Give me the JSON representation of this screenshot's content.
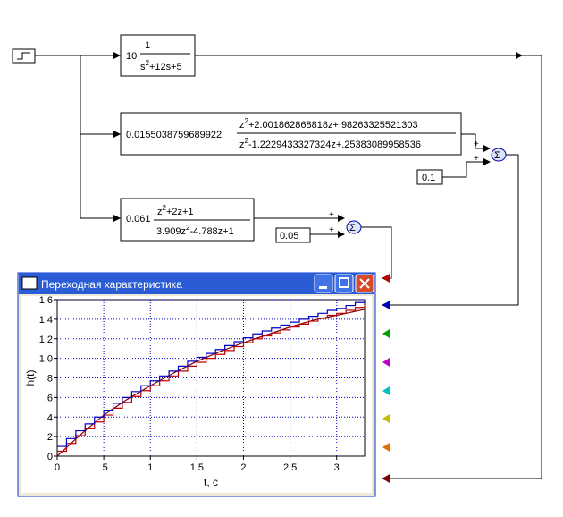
{
  "blocks": {
    "tf1": {
      "gain": "10",
      "num": "1",
      "den_a": "s",
      "den_sup": "2",
      "den_b": "+12s+5"
    },
    "tf2": {
      "gain": "0.0155038759689922",
      "num_a": "z",
      "num_sup": "2",
      "num_b": "+2.001862868818z+.98263325521303",
      "den_a": "z",
      "den_sup": "2",
      "den_b": "-1.2229433327324z+.25383089958536"
    },
    "tf3": {
      "gain": "0.061",
      "num_a": "z",
      "num_sup": "2",
      "num_b": "+2z+1",
      "den_a": "3.909z",
      "den_sup": "2",
      "den_b": "-4.788z+1"
    },
    "const1": "0.1",
    "const2": "0.05",
    "sum_sign": "+",
    "sum_symbol": "Σ"
  },
  "window": {
    "title": "Переходная характеристика"
  },
  "port_colors": [
    "#c00000",
    "#0000c0",
    "#00a000",
    "#c000c0",
    "#00c0c0",
    "#c0c000",
    "#e07000",
    "#800000"
  ],
  "chart_data": {
    "type": "line",
    "xlabel": "t, c",
    "ylabel": "h(t)",
    "xlim": [
      0,
      3.3
    ],
    "ylim": [
      0,
      1.6
    ],
    "xticks": [
      0,
      0.5,
      1,
      1.5,
      2,
      2.5,
      3
    ],
    "xtick_labels": [
      "0",
      ".5",
      "1",
      "1.5",
      "2",
      "2.5",
      "3"
    ],
    "yticks": [
      0,
      0.2,
      0.4,
      0.6,
      0.8,
      1.0,
      1.2,
      1.4,
      1.6
    ],
    "ytick_labels": [
      "0",
      ".2",
      ".4",
      ".6",
      ".8",
      "1.0",
      "1.2",
      "1.4",
      "1.6"
    ],
    "grid": true,
    "series": [
      {
        "color": "#800000",
        "style": "continuous",
        "x": [
          0,
          0.25,
          0.5,
          0.75,
          1.0,
          1.25,
          1.5,
          1.75,
          2.0,
          2.25,
          2.5,
          2.75,
          3.0,
          3.3
        ],
        "y": [
          0,
          0.22,
          0.42,
          0.58,
          0.72,
          0.85,
          0.97,
          1.07,
          1.16,
          1.24,
          1.32,
          1.39,
          1.44,
          1.5
        ]
      },
      {
        "color": "#c00000",
        "style": "step",
        "x": [
          0,
          0.1,
          0.2,
          0.3,
          0.4,
          0.5,
          0.6,
          0.7,
          0.8,
          0.9,
          1.0,
          1.1,
          1.2,
          1.3,
          1.4,
          1.5,
          1.6,
          1.7,
          1.8,
          1.9,
          2.0,
          2.1,
          2.2,
          2.3,
          2.4,
          2.5,
          2.6,
          2.7,
          2.8,
          2.9,
          3.0,
          3.1,
          3.2,
          3.3
        ],
        "y": [
          0.05,
          0.13,
          0.21,
          0.28,
          0.35,
          0.42,
          0.49,
          0.55,
          0.61,
          0.67,
          0.72,
          0.77,
          0.82,
          0.87,
          0.92,
          0.96,
          1.0,
          1.04,
          1.08,
          1.12,
          1.16,
          1.2,
          1.23,
          1.26,
          1.29,
          1.32,
          1.35,
          1.38,
          1.41,
          1.44,
          1.46,
          1.49,
          1.52,
          1.55
        ]
      },
      {
        "color": "#0000c0",
        "style": "step",
        "x": [
          0,
          0.1,
          0.2,
          0.3,
          0.4,
          0.5,
          0.6,
          0.7,
          0.8,
          0.9,
          1.0,
          1.1,
          1.2,
          1.3,
          1.4,
          1.5,
          1.6,
          1.7,
          1.8,
          1.9,
          2.0,
          2.1,
          2.2,
          2.3,
          2.4,
          2.5,
          2.6,
          2.7,
          2.8,
          2.9,
          3.0,
          3.1,
          3.2,
          3.3
        ],
        "y": [
          0.1,
          0.18,
          0.26,
          0.33,
          0.4,
          0.47,
          0.54,
          0.6,
          0.66,
          0.72,
          0.77,
          0.82,
          0.87,
          0.92,
          0.97,
          1.01,
          1.05,
          1.09,
          1.13,
          1.17,
          1.21,
          1.25,
          1.28,
          1.31,
          1.34,
          1.37,
          1.4,
          1.43,
          1.46,
          1.49,
          1.51,
          1.54,
          1.57,
          1.6
        ]
      }
    ]
  }
}
